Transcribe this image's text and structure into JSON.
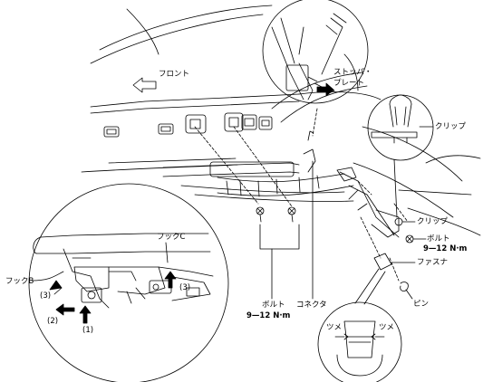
{
  "labels": {
    "front": "フロント",
    "stopper_plate_1": "ストッパ・",
    "stopper_plate_2": "プレート",
    "clip_top": "クリップ",
    "clip_side": "クリップ",
    "bolt_right": "ボルト",
    "torque_right": "9—12 N·m",
    "fastener": "ファスナ",
    "pin": "ピン",
    "claw_left": "ツメ",
    "claw_right": "ツメ",
    "hook_c": "フックC",
    "hook_b": "フックB",
    "step_3_left": "(3)",
    "step_2": "(2)",
    "step_1": "(1)",
    "step_3_right": "(3)",
    "bolt_center": "ボルト",
    "torque_center": "9—12 N·m",
    "connector": "コネクタ"
  }
}
